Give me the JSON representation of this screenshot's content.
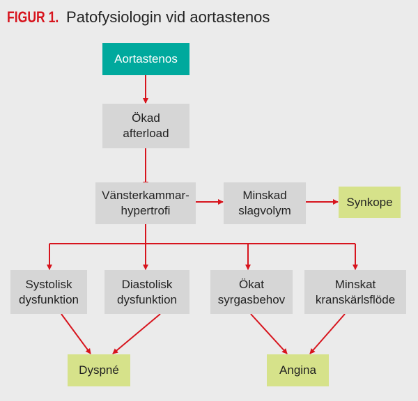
{
  "title": {
    "label": "FIGUR 1.",
    "text": "Patofysiologin vid aortastenos"
  },
  "nodes": {
    "aortastenos": "Aortastenos",
    "afterload": "Ökad\nafterload",
    "hypertrofi": "Vänsterkammar-\nhypertrofi",
    "slagvolym": "Minskad\nslagvolym",
    "synkope": "Synkope",
    "systolisk": "Systolisk\ndysfunktion",
    "diastolisk": "Diastolisk\ndysfunktion",
    "syrgas": "Ökat\nsyrgasbehov",
    "kranskarl": "Minskat\nkranskärlsflöde",
    "dyspne": "Dyspné",
    "angina": "Angina"
  },
  "colors": {
    "arrow": "#d7141d",
    "teal": "#00a99d",
    "lime": "#d6e28a",
    "gray": "#d6d6d6"
  }
}
